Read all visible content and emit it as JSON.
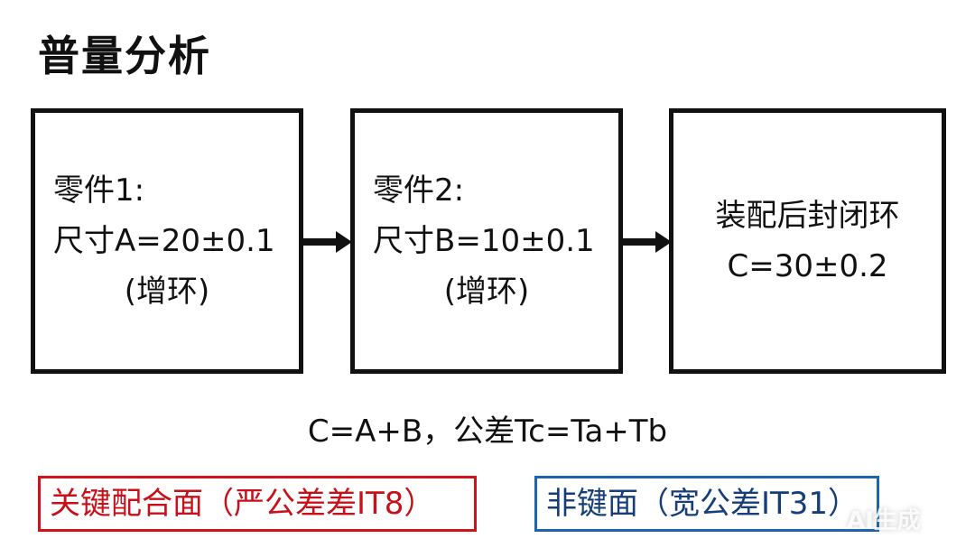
{
  "title": "普量分析",
  "boxes": [
    {
      "lines": [
        "零件1:",
        "尺寸A=20±0.1",
        "(增环)"
      ]
    },
    {
      "lines": [
        "零件2:",
        "尺寸B=10±0.1",
        "(增环)"
      ]
    },
    {
      "lines": [
        "装配后封闭环",
        "C=30±0.2"
      ]
    }
  ],
  "formula": "C=A+B，公差Tc=Ta+Tb",
  "tags": {
    "critical": "关键配合面（严公差差IT8）",
    "noncritical": "非键面（宽公差IT31）"
  },
  "watermark": "AI生成",
  "colors": {
    "critical": "#d0121b",
    "noncritical": "#1a64b0"
  }
}
